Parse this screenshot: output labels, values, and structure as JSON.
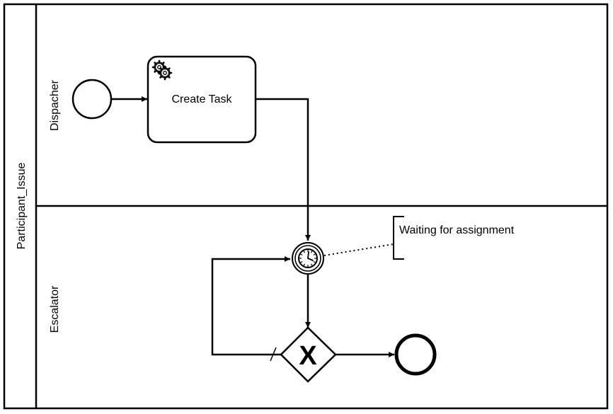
{
  "diagram": {
    "pool": {
      "label": "Participant_Issue"
    },
    "lanes": [
      {
        "label": "Dispacher"
      },
      {
        "label": "Escalator"
      }
    ],
    "task": {
      "label": "Create Task",
      "type": "service-task",
      "icon": "gears-icon"
    },
    "start_event": {
      "type": "none-start-event"
    },
    "timer_event": {
      "type": "intermediate-timer-catch-event",
      "icon": "clock-icon"
    },
    "gateway": {
      "type": "exclusive-gateway",
      "marker": "X"
    },
    "end_event": {
      "type": "none-end-event"
    },
    "annotation": {
      "text": "Waiting for assignment"
    },
    "flows": [
      {
        "from": "start-event",
        "to": "create-task"
      },
      {
        "from": "create-task",
        "to": "timer-event"
      },
      {
        "from": "timer-event",
        "to": "gateway"
      },
      {
        "from": "gateway",
        "to": "end-event"
      },
      {
        "from": "gateway",
        "to": "timer-event",
        "default": true
      }
    ]
  }
}
